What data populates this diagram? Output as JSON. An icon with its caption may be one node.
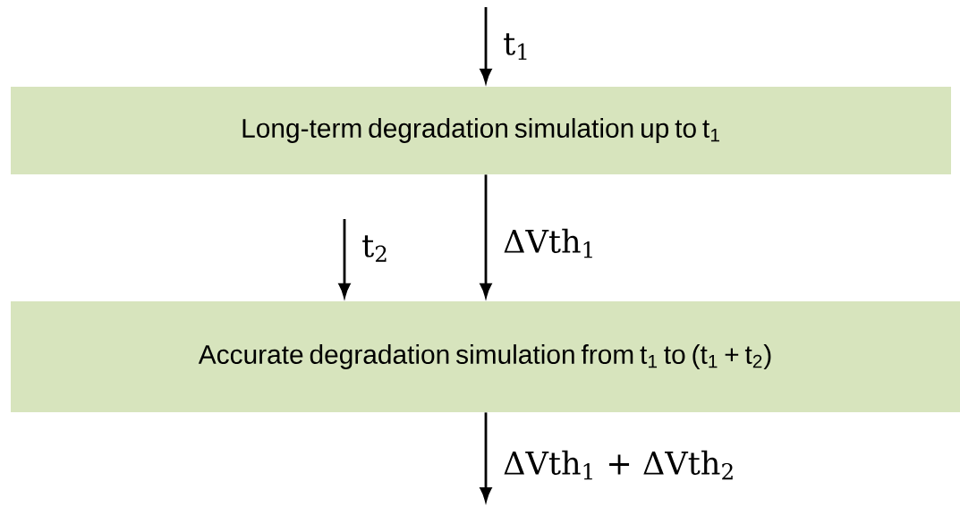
{
  "diagram": {
    "nodes": [
      {
        "text": [
          "Long-term degradation simulation up to t$_{1}$"
        ]
      },
      {
        "text": [
          "Accurate degradation simulation from t$_{1}$ to (t$_{1}$ + t$_{2}$)"
        ]
      }
    ],
    "edges": [
      {
        "from": null,
        "to": 0,
        "arrow": "to",
        "label": "t$_{1}$"
      },
      {
        "from": 0,
        "to": 1,
        "arrow": "to",
        "label": "ΔVth$_{1}$"
      },
      {
        "from": null,
        "to": 1,
        "arrow": "to",
        "label": "t$_{2}$"
      },
      {
        "from": 1,
        "to": null,
        "arrow": "to",
        "label": "ΔVth$_{1}$ + ΔVth$_{2}$"
      }
    ]
  }
}
